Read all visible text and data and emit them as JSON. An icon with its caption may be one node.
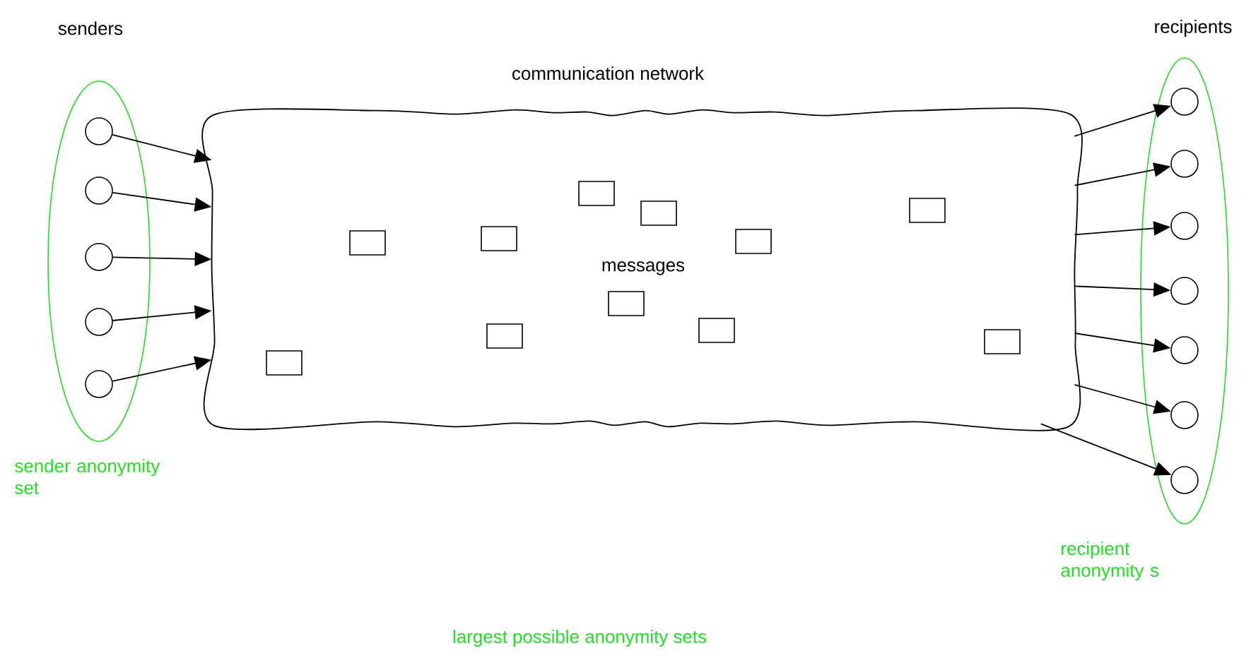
{
  "diagram": {
    "caption": "largest possible anonymity sets",
    "nodes": [
      {
        "text": [
          "senders"
        ],
        "beside": [
          "sender anonymity set"
        ]
      },
      {
        "text": [],
        "shape": "circle",
        "in": 0
      },
      {
        "text": [],
        "shape": "circle",
        "in": 0
      },
      {
        "text": [],
        "shape": "circle",
        "in": 0
      },
      {
        "text": [],
        "shape": "circle",
        "in": 0
      },
      {
        "text": [],
        "shape": "circle",
        "in": 0
      },
      {
        "text": [
          "communication network",
          "messages"
        ]
      },
      {
        "text": [],
        "shape": "box",
        "in": 6
      },
      {
        "text": [],
        "shape": "box",
        "in": 6
      },
      {
        "text": [],
        "shape": "box",
        "in": 6
      },
      {
        "text": [],
        "shape": "box",
        "in": 6
      },
      {
        "text": [],
        "shape": "box",
        "in": 6
      },
      {
        "text": [],
        "shape": "box",
        "in": 6
      },
      {
        "text": [],
        "shape": "box",
        "in": 6
      },
      {
        "text": [],
        "shape": "box",
        "in": 6
      },
      {
        "text": [],
        "shape": "box",
        "in": 6
      },
      {
        "text": [],
        "shape": "box",
        "in": 6
      },
      {
        "text": [],
        "shape": "box",
        "in": 6
      },
      {
        "text": [
          "recipients"
        ],
        "beside": [
          "recipient anonymity s"
        ]
      },
      {
        "text": [],
        "shape": "circle",
        "in": 18
      },
      {
        "text": [],
        "shape": "circle",
        "in": 18
      },
      {
        "text": [],
        "shape": "circle",
        "in": 18
      },
      {
        "text": [],
        "shape": "circle",
        "in": 18
      },
      {
        "text": [],
        "shape": "circle",
        "in": 18
      },
      {
        "text": [],
        "shape": "circle",
        "in": 18
      },
      {
        "text": [],
        "shape": "circle",
        "in": 18
      }
    ],
    "edges": [
      {
        "from": 1,
        "to": 6,
        "arrow": "to"
      },
      {
        "from": 2,
        "to": 6,
        "arrow": "to"
      },
      {
        "from": 3,
        "to": 6,
        "arrow": "to"
      },
      {
        "from": 4,
        "to": 6,
        "arrow": "to"
      },
      {
        "from": 5,
        "to": 6,
        "arrow": "to"
      },
      {
        "from": 6,
        "to": 19,
        "arrow": "to"
      },
      {
        "from": 6,
        "to": 20,
        "arrow": "to"
      },
      {
        "from": 6,
        "to": 21,
        "arrow": "to"
      },
      {
        "from": 6,
        "to": 22,
        "arrow": "to"
      },
      {
        "from": 6,
        "to": 23,
        "arrow": "to"
      },
      {
        "from": 6,
        "to": 24,
        "arrow": "to"
      },
      {
        "from": 6,
        "to": 25,
        "arrow": "to"
      }
    ]
  }
}
